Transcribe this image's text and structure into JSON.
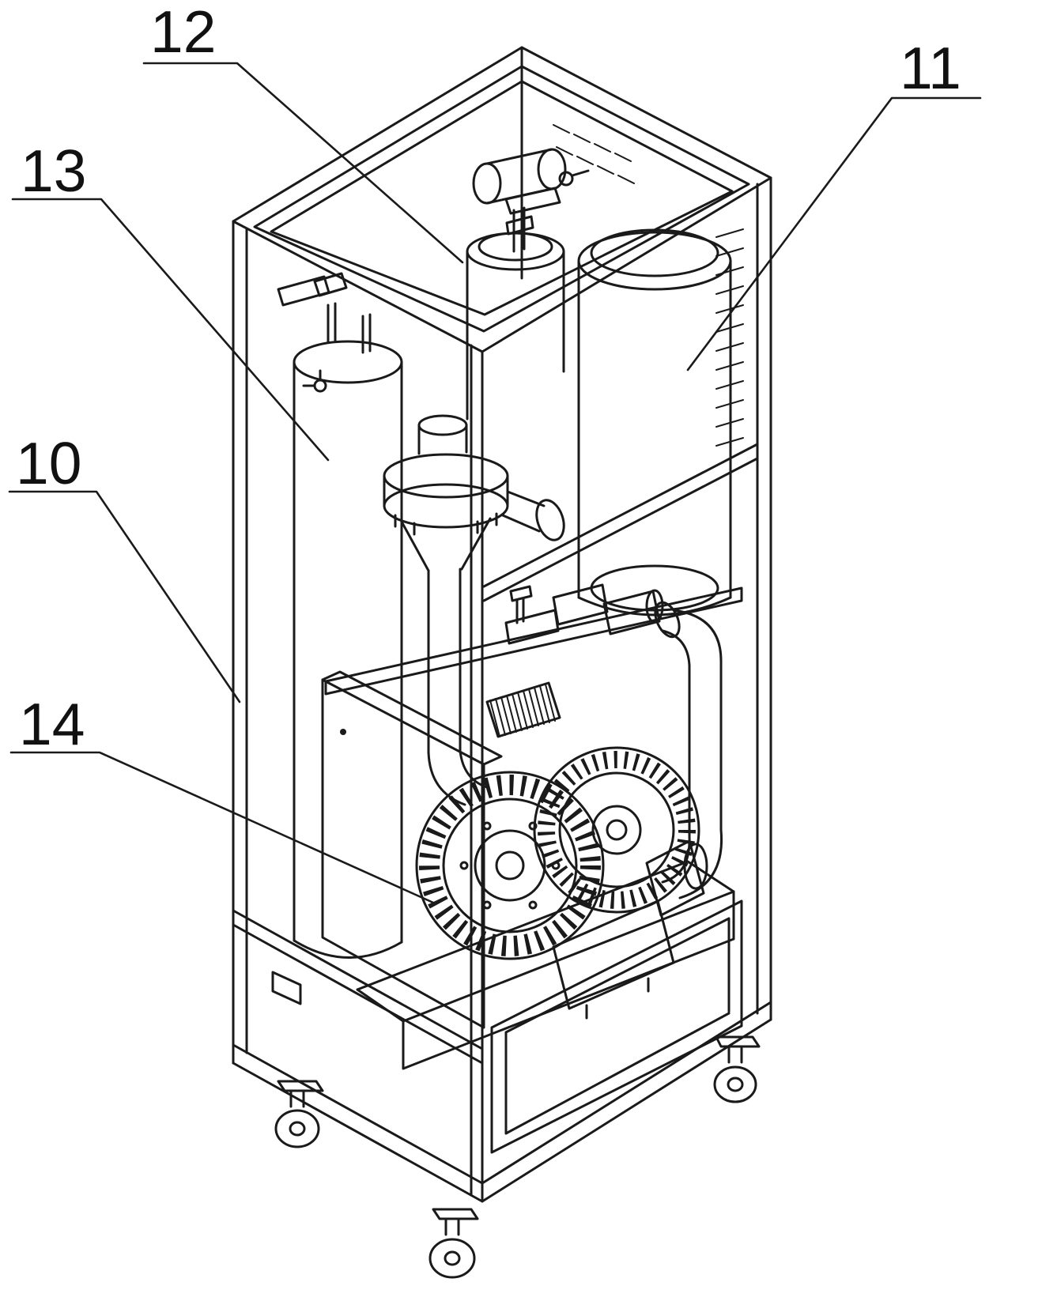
{
  "figure": {
    "background_color": "#ffffff",
    "line_color": "#1a1a1a",
    "reference_labels": [
      {
        "id": "label-12",
        "text": "12"
      },
      {
        "id": "label-11",
        "text": "11"
      },
      {
        "id": "label-13",
        "text": "13"
      },
      {
        "id": "label-10",
        "text": "10"
      },
      {
        "id": "label-14",
        "text": "14"
      }
    ]
  }
}
